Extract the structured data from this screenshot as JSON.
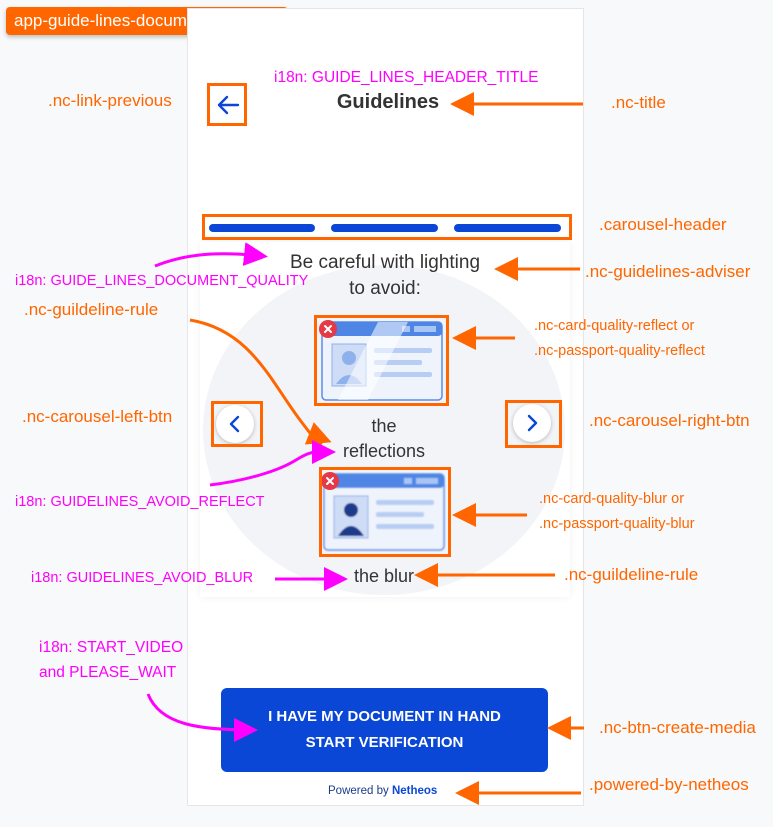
{
  "component_tag": "app-guide-lines-document-step",
  "header": {
    "title": "Guidelines"
  },
  "adviser": {
    "line1": "Be careful with lighting",
    "line2": "to avoid:"
  },
  "rules": {
    "reflect": {
      "line1": "the",
      "line2": "reflections"
    },
    "blur": {
      "text": "the blur"
    }
  },
  "cta": {
    "line1": "I HAVE MY DOCUMENT IN HAND",
    "line2": "START VERIFICATION"
  },
  "powered": {
    "prefix": "Powered by",
    "brand": "Netheos"
  },
  "annotations": {
    "link_previous": ".nc-link-previous",
    "title": ".nc-title",
    "carousel_header": ".carousel-header",
    "guidelines_adviser": ".nc-guidelines-adviser",
    "guideline_rule_1": ".nc-guildeline-rule",
    "card_reflect_1": ".nc-card-quality-reflect or",
    "card_reflect_2": ".nc-passport-quality-reflect",
    "carousel_left": ".nc-carousel-left-btn",
    "carousel_right": ".nc-carousel-right-btn",
    "card_blur_1": ".nc-card-quality-blur or",
    "card_blur_2": ".nc-passport-quality-blur",
    "guideline_rule_2": ".nc-guildeline-rule",
    "btn_create_media": ".nc-btn-create-media",
    "powered_by": ".powered-by-netheos"
  },
  "i18n": {
    "header_title": "i18n: GUIDE_LINES_HEADER_TITLE",
    "document_quality": "i18n: GUIDE_LINES_DOCUMENT_QUALITY",
    "avoid_reflect": "i18n: GUIDELINES_AVOID_REFLECT",
    "avoid_blur": "i18n: GUIDELINES_AVOID_BLUR",
    "start_video_1": "i18n: START_VIDEO",
    "start_video_2": "and PLEASE_WAIT"
  },
  "colors": {
    "accent": "#0b47d6",
    "annotation": "#ff6600",
    "i18n": "#ff00ff",
    "error": "#e53946"
  },
  "icons": {
    "back": "arrow-left-icon",
    "left": "chevron-left-icon",
    "right": "chevron-right-icon",
    "error": "close-badge-icon",
    "card": "id-card-icon"
  }
}
